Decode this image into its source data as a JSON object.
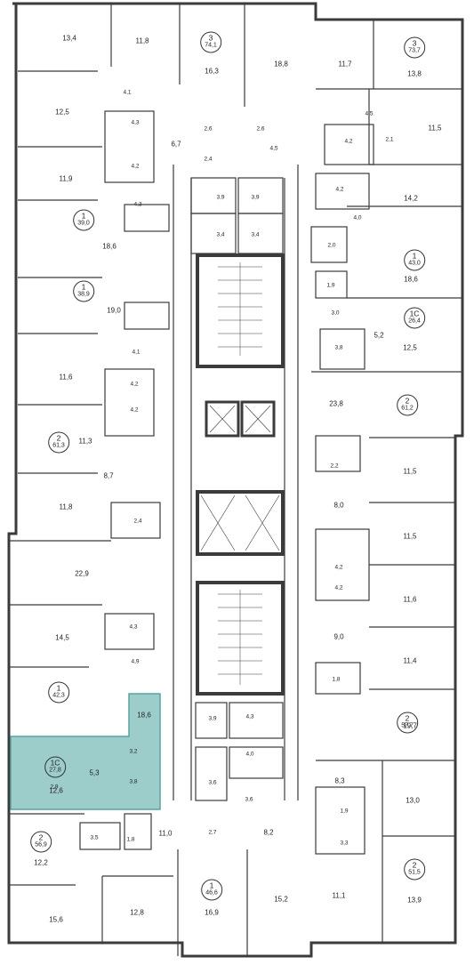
{
  "colors": {
    "wall": "#3b3b3b",
    "highlight": "#9dcdcb",
    "highlight_border": "#5aa39f",
    "line": "#555555"
  },
  "apartments": [
    {
      "rooms": "3",
      "area": "74,1"
    },
    {
      "rooms": "3",
      "area": "73,7"
    },
    {
      "rooms": "1",
      "area": "39,0"
    },
    {
      "rooms": "1",
      "area": "43,0"
    },
    {
      "rooms": "1",
      "area": "38,9"
    },
    {
      "rooms": "1С",
      "area": "26,4"
    },
    {
      "rooms": "2",
      "area": "61,2"
    },
    {
      "rooms": "2",
      "area": "61,3"
    },
    {
      "rooms": "1",
      "area": "42,3"
    },
    {
      "rooms": "2",
      "area": "57,7"
    },
    {
      "rooms": "1С",
      "area": "27,8"
    },
    {
      "rooms": "2",
      "area": "56,9"
    },
    {
      "rooms": "2",
      "area": "51,5"
    },
    {
      "rooms": "1",
      "area": "46,6"
    }
  ],
  "rooms": [
    "13,4",
    "11,8",
    "16,3",
    "18,8",
    "11,7",
    "13,8",
    "12,5",
    "4,1",
    "4,3",
    "6,7",
    "2,6",
    "2,6",
    "4,5",
    "4,5",
    "4,2",
    "2,1",
    "11,5",
    "4,2",
    "2,4",
    "11,9",
    "4,3",
    "3,9",
    "3,9",
    "4,2",
    "14,2",
    "18,6",
    "3,4",
    "3,4",
    "4,0",
    "2,0",
    "18,6",
    "1,9",
    "19,0",
    "3,0",
    "5,2",
    "3,8",
    "12,5",
    "4,1",
    "11,6",
    "4,2",
    "23,8",
    "4,2",
    "11,3",
    "2,2",
    "8,7",
    "11,5",
    "11,8",
    "2,4",
    "8,0",
    "22,9",
    "11,5",
    "4,2",
    "4,2",
    "11,6",
    "14,5",
    "4,3",
    "9,0",
    "4,9",
    "11,4",
    "1,8",
    "18,6",
    "2,9",
    "3,9",
    "4,3",
    "19,7",
    "3,2",
    "5,3",
    "4,0",
    "3,8",
    "12,6",
    "3,6",
    "8,3",
    "3,6",
    "13,0",
    "1,9",
    "3,5",
    "1,8",
    "11,0",
    "2,7",
    "8,2",
    "3,3",
    "12,2",
    "11,1",
    "13,9",
    "15,6",
    "12,8",
    "16,9",
    "15,2"
  ]
}
